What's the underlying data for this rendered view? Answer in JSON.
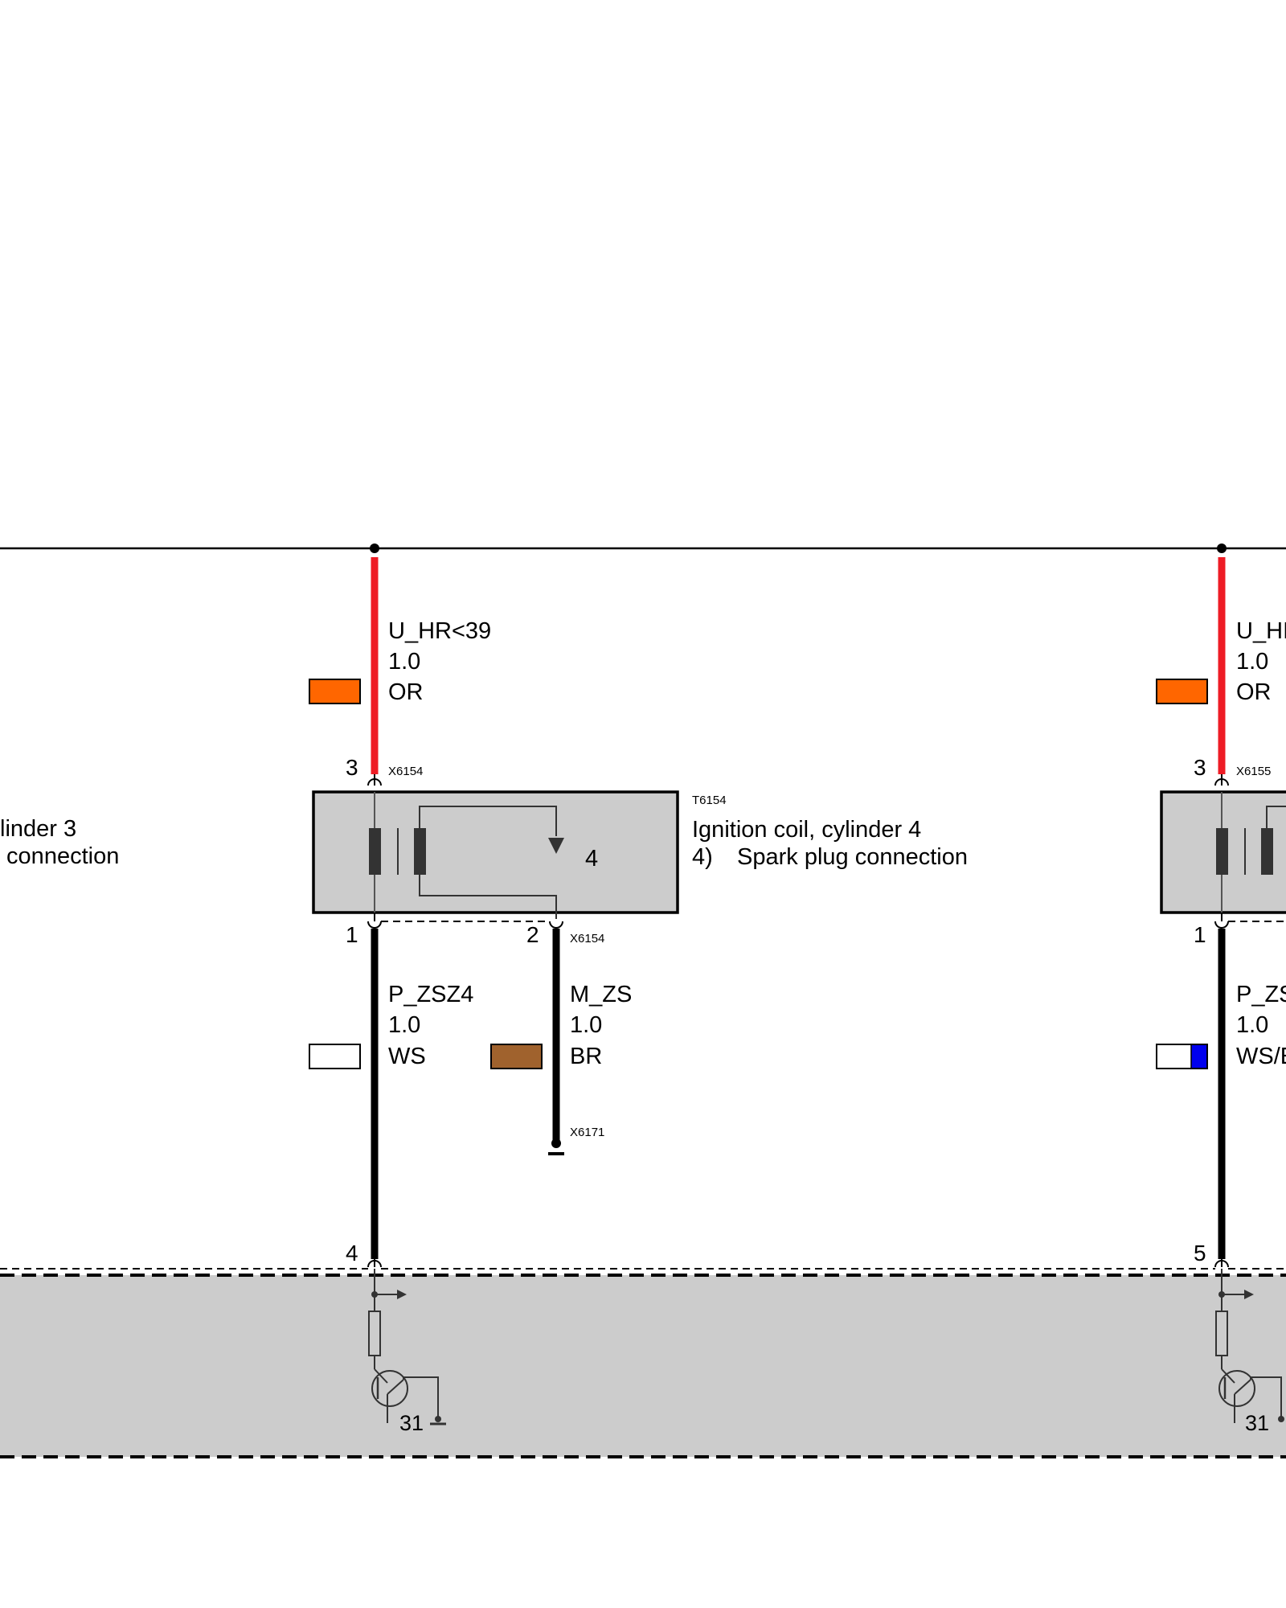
{
  "left_partial": {
    "title_fragment": "linder 3",
    "item_fragment": " connection"
  },
  "coil4": {
    "ref": "T6154",
    "title": "Ignition coil, cylinder 4",
    "item_number": "4)",
    "item_text": "Spark plug connection",
    "output_label": "4",
    "connector_top": "X6154",
    "connector_bottom": "X6154",
    "pin_supply": "3",
    "pin_signal": "1",
    "pin_ground": "2"
  },
  "wires4": {
    "supply": {
      "signal": "U_HR<39",
      "size": "1.0",
      "color_code": "OR",
      "color": "#ff6600"
    },
    "signal": {
      "signal": "P_ZSZ4",
      "size": "1.0",
      "color_code": "WS",
      "color": "#ffffff"
    },
    "ground": {
      "signal": "M_ZS",
      "size": "1.0",
      "color_code": "BR",
      "color": "#a0622d",
      "ground_point": "X6171"
    }
  },
  "coil5": {
    "connector_top": "X6155",
    "pin_supply": "3",
    "pin_signal": "1"
  },
  "wires5": {
    "supply": {
      "signal_fragment": "U_HI",
      "size": "1.0",
      "color_code": "OR",
      "color": "#ff6600"
    },
    "signal": {
      "signal_fragment": "P_ZS",
      "size": "1.0",
      "color_code_fragment": "WS/E",
      "color": "#ffffff",
      "stripe_color": "#0000ee"
    }
  },
  "ecu": {
    "pin_cyl4": "4",
    "pin_cyl5": "5",
    "ground_label_1": "31",
    "ground_label_2": "31"
  },
  "colors": {
    "supply_wire": "#ee1c25",
    "component_fill": "#cccccc",
    "ecu_fill": "#cccccc"
  }
}
